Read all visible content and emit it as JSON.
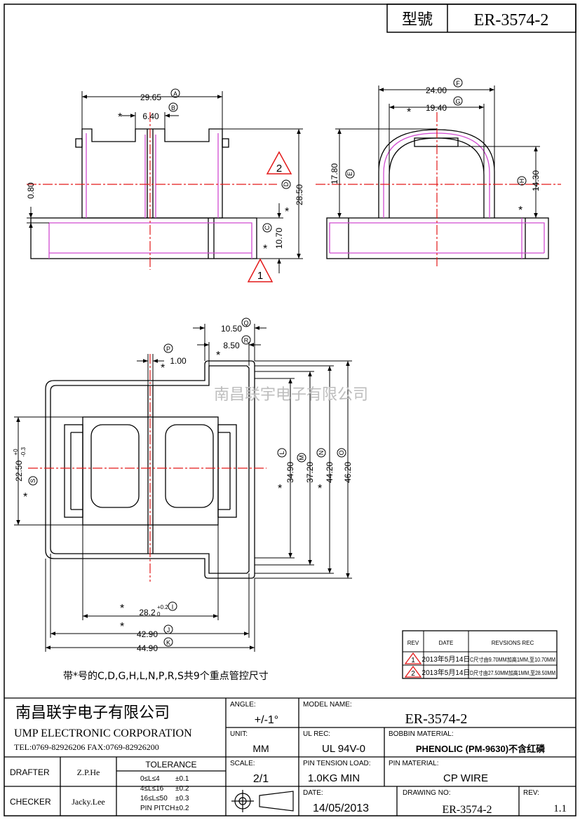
{
  "title_block": {
    "model_label": "型號",
    "model_value": "ER-3574-2"
  },
  "top_view": {
    "dim_a": "29.65",
    "ref_a": "A",
    "dim_b": "6.40",
    "ref_b": "B",
    "dim_left": "0.80",
    "dim_d": "28.50",
    "ref_d": "D",
    "dim_c": "10.70",
    "ref_c": "C",
    "rev_mark_2": "2",
    "rev_mark_1": "1",
    "star": "*"
  },
  "side_view": {
    "dim_f": "24.00",
    "ref_f": "F",
    "dim_g": "19.40",
    "ref_g": "G",
    "dim_e": "17.80",
    "ref_e": "E",
    "dim_h": "14.30",
    "ref_h": "H"
  },
  "plan_view": {
    "dim_q": "10.50",
    "ref_q": "Q",
    "dim_r": "8.50",
    "ref_r": "R",
    "dim_p": "1.00",
    "ref_p": "P",
    "dim_s": "22.50",
    "tol_s_up": "+0",
    "tol_s_dn": "-0.3",
    "ref_s": "S",
    "dim_l": "34.90",
    "ref_l": "L",
    "dim_m": "37.20",
    "ref_m": "M",
    "dim_n": "44.20",
    "ref_n": "N",
    "dim_o": "46.20",
    "ref_o": "O",
    "dim_i": "28.2",
    "tol_i_up": "+0.2",
    "tol_i_dn": "0",
    "ref_i": "I",
    "dim_j": "42.90",
    "ref_j": "J",
    "dim_k": "44.90",
    "ref_k": "K"
  },
  "watermark": "南昌联宇电子有限公司",
  "note": "带*号的C,D,G,H,L,N,P,R,S共9个重点管控尺寸",
  "revisions": {
    "headers": [
      "REV",
      "DATE",
      "REVSIONS  REC"
    ],
    "rows": [
      {
        "rev": "1",
        "date": "2013年5月14日",
        "rec": "C尺寸由9.70MM加高1MM,至10.70MM"
      },
      {
        "rev": "2",
        "date": "2013年5月14日",
        "rec": "D尺寸由27.50MM加高1MM,至28.50MM"
      }
    ]
  },
  "footer": {
    "company_cn": "南昌联宇电子有限公司",
    "company_en": "UMP ELECTRONIC CORPORATION",
    "tel_fax": "TEL:0769-82926206  FAX:0769-82926200",
    "angle_label": "ANGLE:",
    "angle_value": "+/-1°",
    "model_name_label": "MODEL NAME:",
    "model_name_value": "ER-3574-2",
    "unit_label": "UNIT:",
    "unit_value": "MM",
    "ul_label": "UL REC:",
    "ul_value": "UL 94V-0",
    "bobbin_label": "BOBBIN MATERIAL:",
    "bobbin_value": "PHENOLIC (PM-9630)不含红磷",
    "scale_label": "SCALE:",
    "scale_value": "2/1",
    "pin_tension_label": "PIN TENSION LOAD:",
    "pin_tension_value": "1.0KG MIN",
    "pin_material_label": "PIN MATERIAL:",
    "pin_material_value": "CP WIRE",
    "drafter_label": "DRAFTER",
    "drafter_value": "Z.P.He",
    "checker_label": "CHECKER",
    "checker_value": "Jacky.Lee",
    "tolerance_label": "TOLERANCE",
    "tolerances": [
      {
        "range": "0≤L≤4",
        "value": "±0.1"
      },
      {
        "range": "4≤L≤16",
        "value": "±0.2"
      },
      {
        "range": "16≤L≤50",
        "value": "±0.3"
      },
      {
        "range": "PIN PITCH",
        "value": "±0.2"
      }
    ],
    "date_label": "DATE:",
    "date_value": "14/05/2013",
    "drawing_no_label": "DRAWING NO:",
    "drawing_no_value": "ER-3574-2",
    "rev_label": "REV:",
    "rev_value": "1.1"
  }
}
